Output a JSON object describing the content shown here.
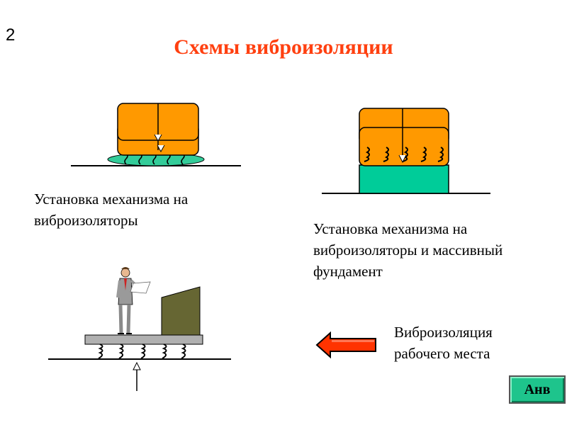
{
  "slide": {
    "number": "2",
    "title": "Схемы виброизоляции"
  },
  "captions": {
    "scheme_1": "Установка механизма на виброизоляторы",
    "scheme_2": "Установка механизма на виброизоляторы и массивный фундамент",
    "scheme_3": "Виброизоляция рабочего места"
  },
  "nav": {
    "button_label": "Анв"
  },
  "colors": {
    "title": "#ff4010",
    "mechanism": "#ff9900",
    "isolator": "#33cc99",
    "foundation": "#00cc99",
    "platform": "#b0b0b0",
    "machine": "#666633",
    "back_arrow": "#ff3300",
    "button": "#1ec48c"
  },
  "icons": {
    "back_arrow": "left-arrow-icon",
    "worker": "person-icon"
  }
}
